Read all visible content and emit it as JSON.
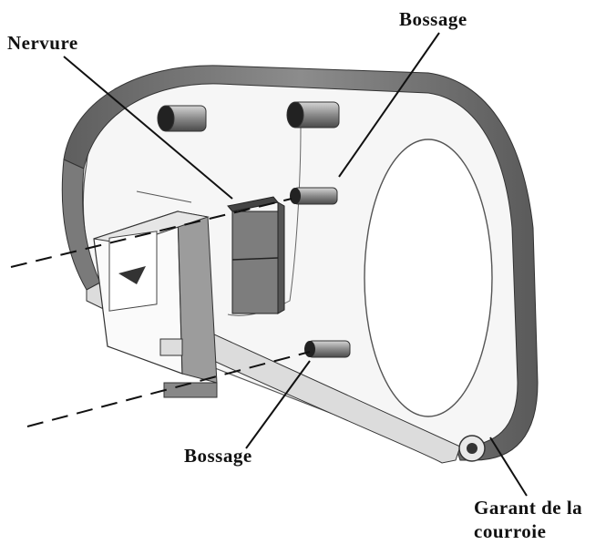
{
  "labels": {
    "nervure": "Nervure",
    "bossage_top": "Bossage",
    "bossage_bottom": "Bossage",
    "garant_line1": "Garant de la",
    "garant_line2": "courroie"
  },
  "colors": {
    "ink": "#111111",
    "band_dark": "#6f6f6f",
    "band_mid": "#9a9a9a",
    "band_light": "#d9d9d9",
    "panel": "#f4f4f4",
    "background": "#ffffff"
  }
}
